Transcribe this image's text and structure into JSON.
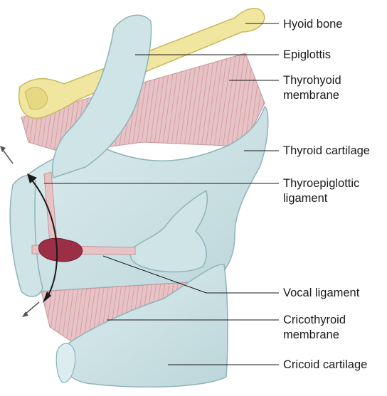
{
  "labels": {
    "hyoid_bone": "Hyoid bone",
    "epiglottis": "Epiglottis",
    "thyrohyoid_membrane": [
      "Thyrohyoid",
      "membrane"
    ],
    "thyroid_cartilage": "Thyroid cartilage",
    "thyroepiglottic_ligament": [
      "Thyroepiglottic",
      "ligament"
    ],
    "vocal_ligament": "Vocal ligament",
    "cricothyroid_membrane": [
      "Cricothyroid",
      "membrane"
    ],
    "cricoid_cartilage": "Cricoid cartilage"
  },
  "colors": {
    "cartilage": "#cfe4e6",
    "cartilage_edge": "#8fb3b8",
    "hyoid": "#f0e6a0",
    "membrane": "#e7c3c6",
    "membrane_stripe": "#cf9aa0",
    "nodule": "#9c2f45",
    "leader": "#1a1a1a"
  }
}
